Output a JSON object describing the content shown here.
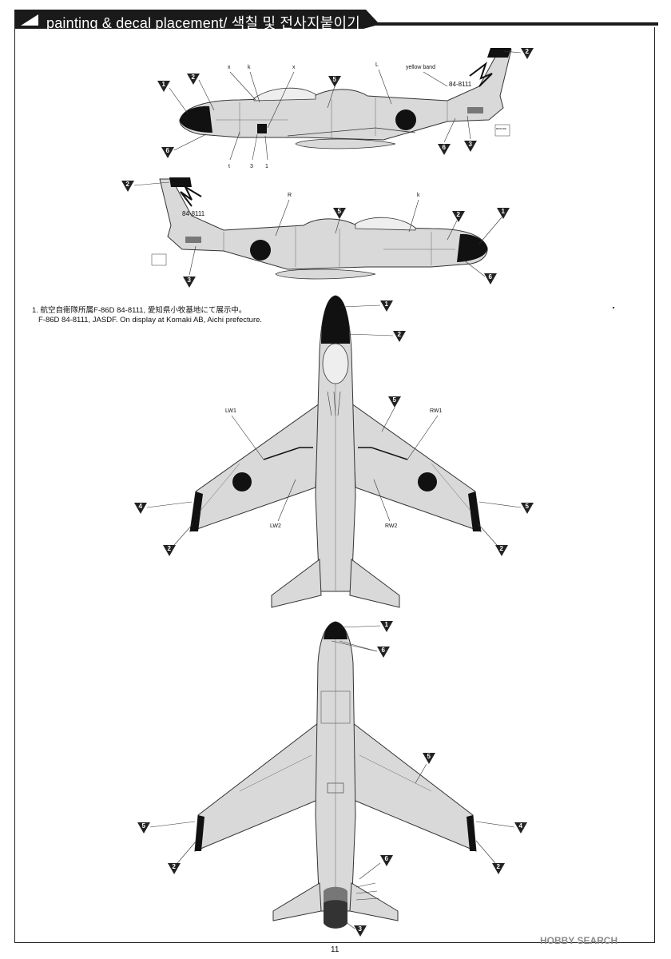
{
  "header": {
    "title": "painting & decal placement/ 색칠 및 전사지붙이기"
  },
  "caption": {
    "line1": "1. 航空自衛隊所属F-86D 84-8111, 愛知県小牧基地にて展示中。",
    "line2": "F-86D 84-8111, JASDF. On display at Komaki AB, Aichi prefecture."
  },
  "labels": {
    "yellow_band": "yellow band",
    "tail_number": "84-8111",
    "x1": "x",
    "k1": "k",
    "x2": "x",
    "l1": "L",
    "t1": "t",
    "n3": "3",
    "n1": "1",
    "r1": "R",
    "k2": "k",
    "lw1": "LW1",
    "rw1": "RW1",
    "lw2": "LW2",
    "rw2": "RW2",
    "stencil": "BEWARE OF BLAST"
  },
  "callouts": {
    "side_top": [
      "1",
      "2",
      "6",
      "5",
      "2",
      "6",
      "3"
    ],
    "side_bottom": [
      "2",
      "5",
      "2",
      "1",
      "3",
      "6"
    ],
    "top_view": [
      "1",
      "2",
      "5",
      "4",
      "5",
      "2",
      "2"
    ],
    "bottom_view": [
      "1",
      "6",
      "5",
      "5",
      "4",
      "2",
      "2",
      "6",
      "3"
    ]
  },
  "page_number": "11",
  "watermark": "HOBBY SEARCH",
  "colors": {
    "header_bg": "#1a1a1a",
    "aircraft_gray": "#d9d9d9",
    "panel_line": "#555555",
    "black_paint": "#111111"
  }
}
